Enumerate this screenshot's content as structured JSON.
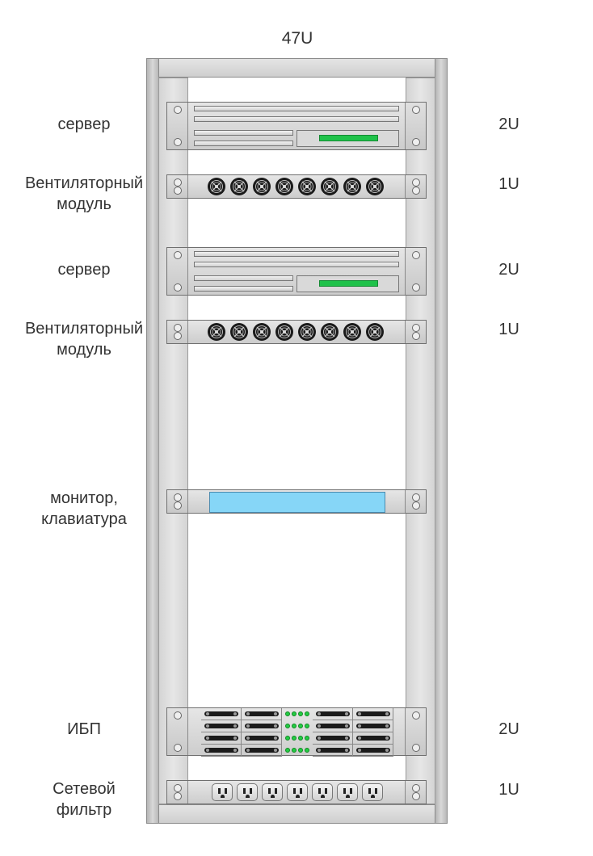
{
  "rack": {
    "title": "47U"
  },
  "devices": [
    {
      "label": "сервер",
      "size": "2U",
      "kind": "server"
    },
    {
      "label_line1": "Вентиляторный",
      "label_line2": "модуль",
      "size": "1U",
      "kind": "fan-module",
      "fan_count": 8
    },
    {
      "label": "сервер",
      "size": "2U",
      "kind": "server"
    },
    {
      "label_line1": "Вентиляторный",
      "label_line2": "модуль",
      "size": "1U",
      "kind": "fan-module",
      "fan_count": 8
    },
    {
      "label_line1": "монитор,",
      "label_line2": "клавиатура",
      "kind": "monitor-keyboard"
    },
    {
      "label": "ИБП",
      "size": "2U",
      "kind": "ups"
    },
    {
      "label_line1": "Сетевой",
      "label_line2": "фильтр",
      "size": "1U",
      "kind": "power-strip",
      "outlet_count": 7
    }
  ],
  "colors": {
    "led": "#1fc24a",
    "screen": "#86d6f7",
    "frame": "#c8c8c8"
  }
}
